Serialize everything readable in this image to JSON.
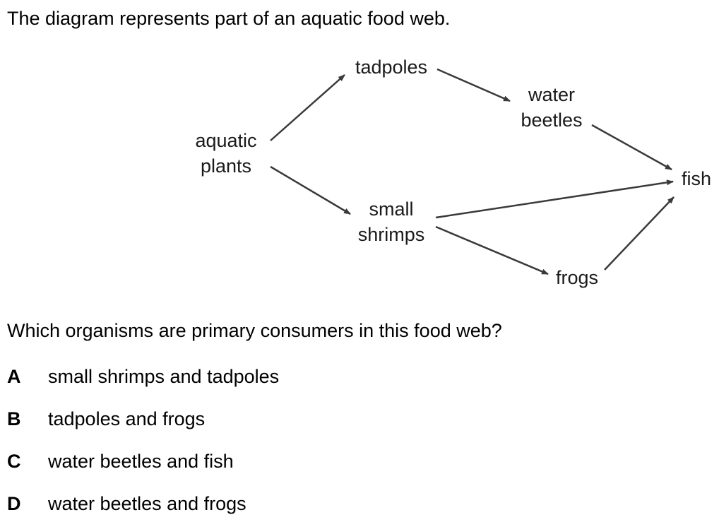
{
  "intro": "The diagram represents part of an aquatic food web.",
  "food_web": {
    "nodes": {
      "aquatic_plants": [
        "aquatic",
        "plants"
      ],
      "tadpoles": [
        "tadpoles"
      ],
      "water_beetles": [
        "water",
        "beetles"
      ],
      "small_shrimps": [
        "small",
        "shrimps"
      ],
      "frogs": [
        "frogs"
      ],
      "fish": [
        "fish"
      ]
    },
    "edges": [
      {
        "from": "aquatic plants",
        "to": "tadpoles"
      },
      {
        "from": "aquatic plants",
        "to": "small shrimps"
      },
      {
        "from": "tadpoles",
        "to": "water beetles"
      },
      {
        "from": "water beetles",
        "to": "fish"
      },
      {
        "from": "small shrimps",
        "to": "fish"
      },
      {
        "from": "small shrimps",
        "to": "frogs"
      },
      {
        "from": "frogs",
        "to": "fish"
      }
    ],
    "arrow_color": "#3a3a3a"
  },
  "question": "Which organisms are primary consumers in this food web?",
  "options": [
    {
      "letter": "A",
      "text": "small shrimps and tadpoles"
    },
    {
      "letter": "B",
      "text": "tadpoles and frogs"
    },
    {
      "letter": "C",
      "text": "water beetles and fish"
    },
    {
      "letter": "D",
      "text": "water beetles and frogs"
    }
  ]
}
